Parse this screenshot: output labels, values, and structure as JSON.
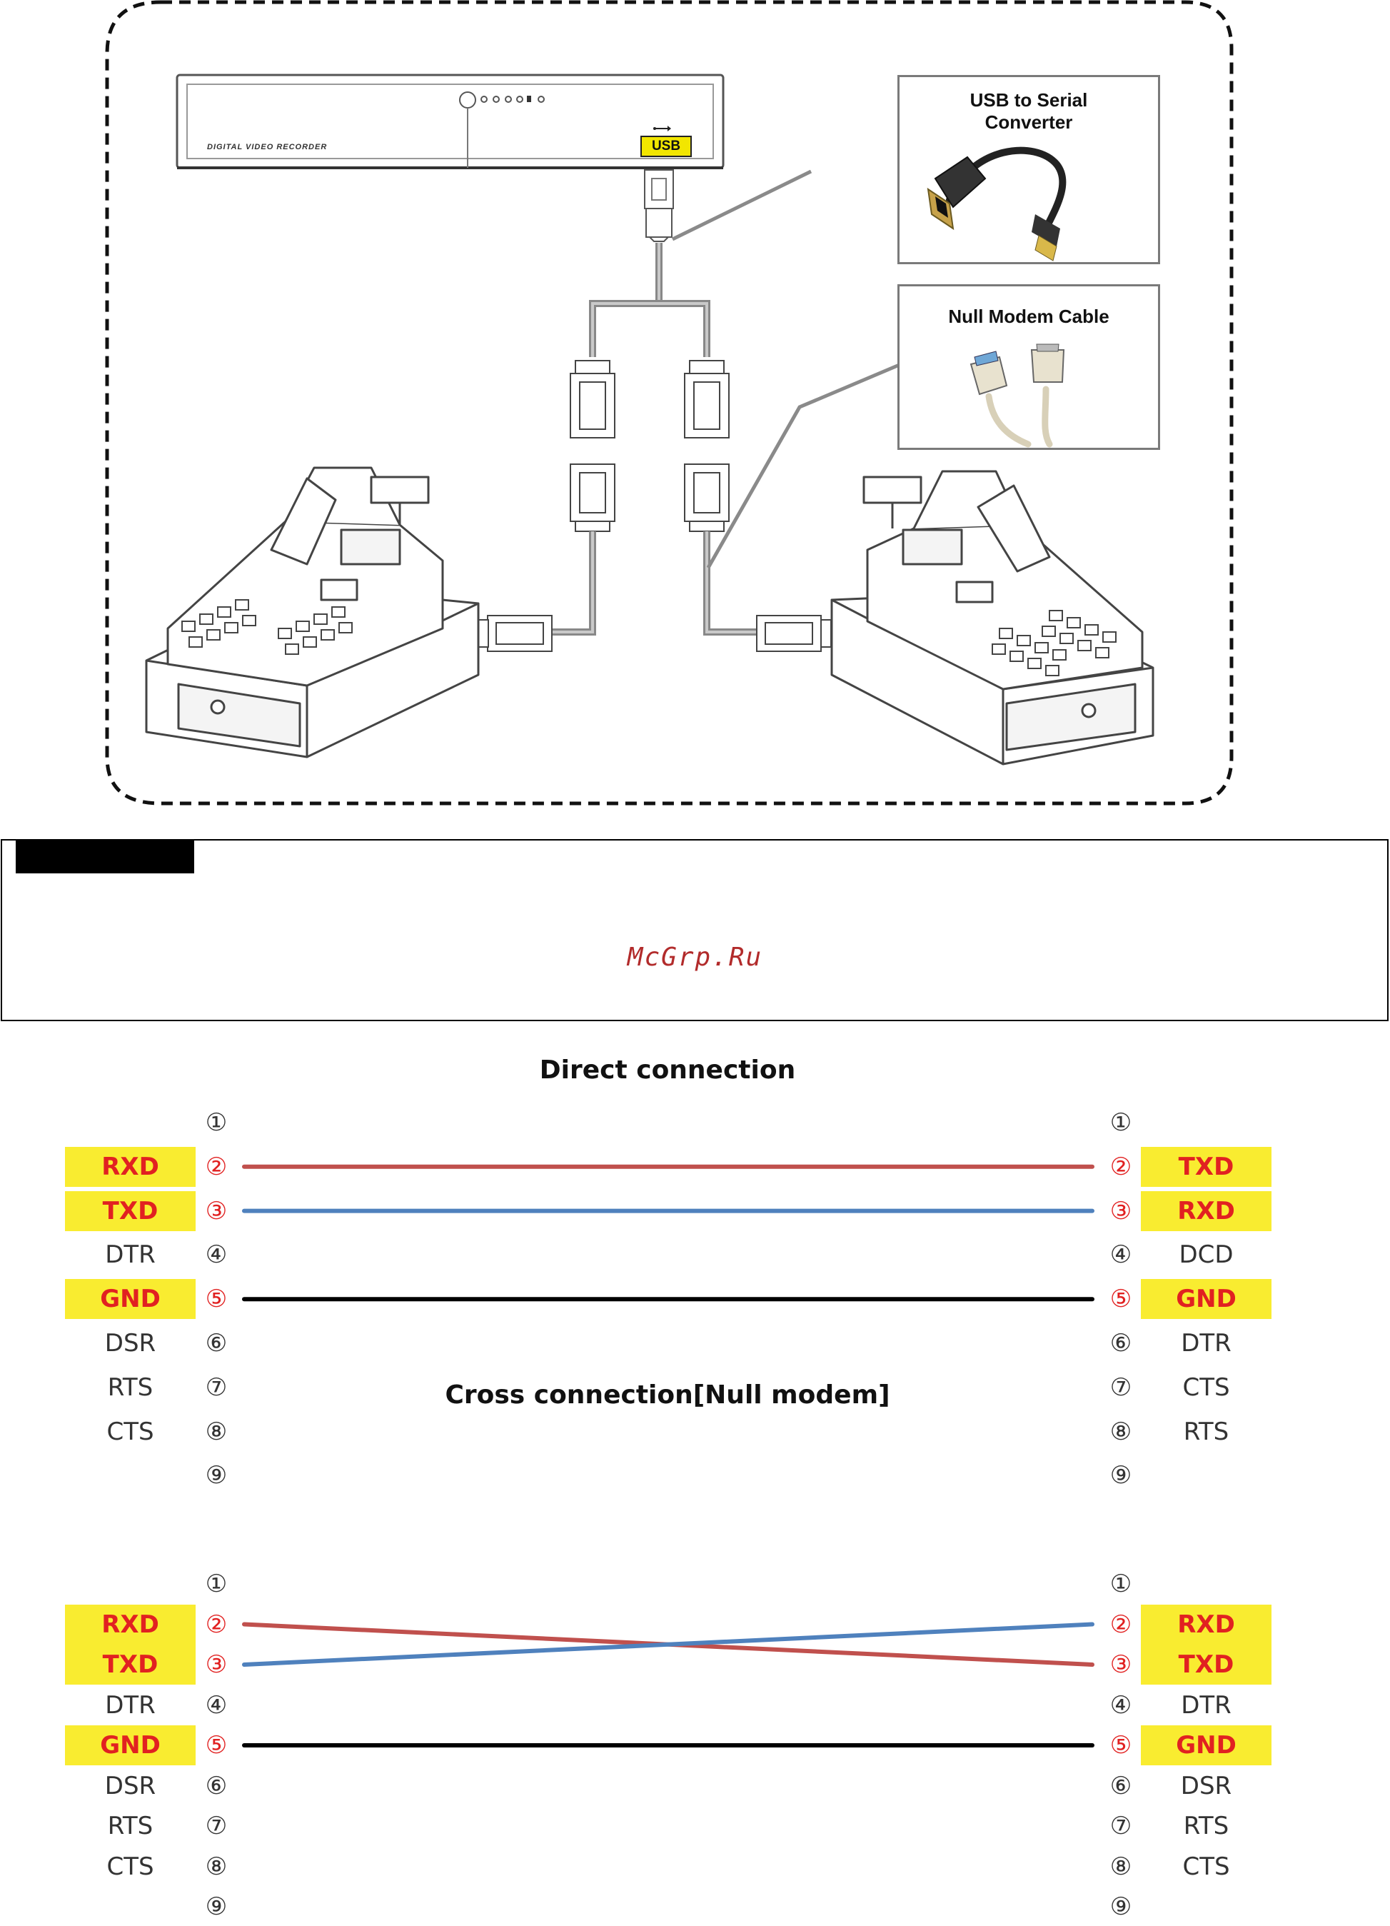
{
  "illustration": {
    "dvr_label": "DIGITAL VIDEO RECORDER",
    "usb_port_label": "USB",
    "usb_converter_label": "USB to Serial Converter",
    "null_modem_label": "Null Modem Cable"
  },
  "note": {
    "watermark": "McGrp.Ru"
  },
  "direct": {
    "title": "Direct connection",
    "left": [
      {
        "pin": "①",
        "signal": ""
      },
      {
        "pin": "②",
        "signal": "RXD",
        "hl": true
      },
      {
        "pin": "③",
        "signal": "TXD",
        "hl": true
      },
      {
        "pin": "④",
        "signal": "DTR"
      },
      {
        "pin": "⑤",
        "signal": "GND",
        "hl": true
      },
      {
        "pin": "⑥",
        "signal": "DSR"
      },
      {
        "pin": "⑦",
        "signal": "RTS"
      },
      {
        "pin": "⑧",
        "signal": "CTS"
      },
      {
        "pin": "⑨",
        "signal": ""
      }
    ],
    "right": [
      {
        "pin": "①",
        "signal": ""
      },
      {
        "pin": "②",
        "signal": "TXD",
        "hl": true
      },
      {
        "pin": "③",
        "signal": "RXD",
        "hl": true
      },
      {
        "pin": "④",
        "signal": "DCD"
      },
      {
        "pin": "⑤",
        "signal": "GND",
        "hl": true
      },
      {
        "pin": "⑥",
        "signal": "DTR"
      },
      {
        "pin": "⑦",
        "signal": "CTS"
      },
      {
        "pin": "⑧",
        "signal": "RTS"
      },
      {
        "pin": "⑨",
        "signal": ""
      }
    ],
    "wires": [
      {
        "from": 2,
        "to": 2,
        "color": "#c0504d"
      },
      {
        "from": 3,
        "to": 3,
        "color": "#4f81bd"
      },
      {
        "from": 5,
        "to": 5,
        "color": "#000000"
      }
    ]
  },
  "cross": {
    "title": "Cross connection[Null modem]",
    "left": [
      {
        "pin": "①",
        "signal": ""
      },
      {
        "pin": "②",
        "signal": "RXD",
        "hl": true
      },
      {
        "pin": "③",
        "signal": "TXD",
        "hl": true
      },
      {
        "pin": "④",
        "signal": "DTR"
      },
      {
        "pin": "⑤",
        "signal": "GND",
        "hl": true
      },
      {
        "pin": "⑥",
        "signal": "DSR"
      },
      {
        "pin": "⑦",
        "signal": "RTS"
      },
      {
        "pin": "⑧",
        "signal": "CTS"
      },
      {
        "pin": "⑨",
        "signal": ""
      }
    ],
    "right": [
      {
        "pin": "①",
        "signal": ""
      },
      {
        "pin": "②",
        "signal": "RXD",
        "hl": true
      },
      {
        "pin": "③",
        "signal": "TXD",
        "hl": true
      },
      {
        "pin": "④",
        "signal": "DTR"
      },
      {
        "pin": "⑤",
        "signal": "GND",
        "hl": true
      },
      {
        "pin": "⑥",
        "signal": "DSR"
      },
      {
        "pin": "⑦",
        "signal": "RTS"
      },
      {
        "pin": "⑧",
        "signal": "CTS"
      },
      {
        "pin": "⑨",
        "signal": ""
      }
    ],
    "wires": [
      {
        "from": 2,
        "to": 3,
        "color": "#c0504d"
      },
      {
        "from": 3,
        "to": 2,
        "color": "#4f81bd"
      },
      {
        "from": 5,
        "to": 5,
        "color": "#000000"
      }
    ]
  },
  "colors": {
    "highlight": "#f9ec30",
    "signal_red": "#e12121",
    "wire_red": "#c0504d",
    "wire_blue": "#4f81bd"
  }
}
